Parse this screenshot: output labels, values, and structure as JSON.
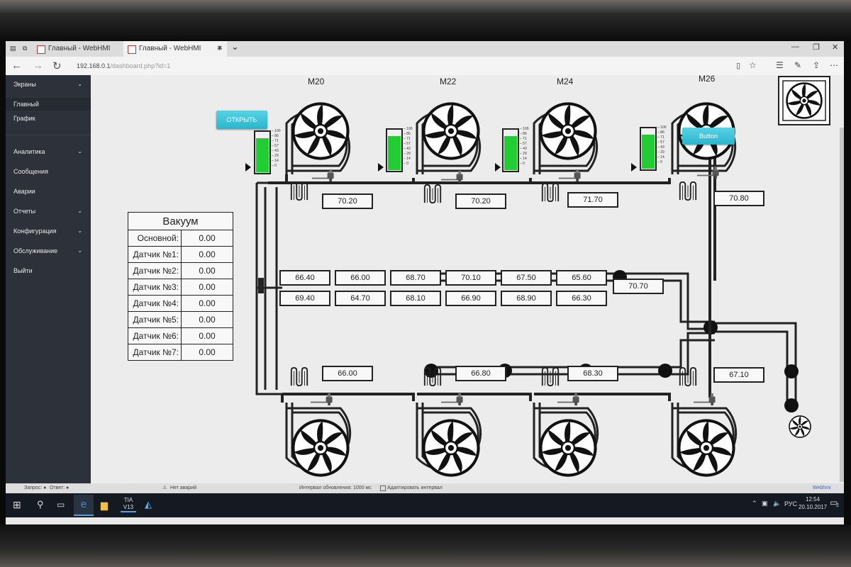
{
  "browser": {
    "tabs": [
      {
        "label": "Главный - WebHMI"
      },
      {
        "label": "Главный - WebHMI"
      }
    ],
    "new_tab": "+",
    "tab_menu": "⌄",
    "url_host": "192.168.0.1",
    "url_path": "/dashboard.php?id=1"
  },
  "sidebar": {
    "section": "Экраны",
    "screens": [
      {
        "label": "Главный"
      },
      {
        "label": "График"
      }
    ],
    "menu": [
      {
        "label": "Аналитика",
        "chevron": true
      },
      {
        "label": "Сообщения",
        "chevron": false
      },
      {
        "label": "Аварии",
        "chevron": false
      },
      {
        "label": "Отчеты",
        "chevron": true
      },
      {
        "label": "Конфигурация",
        "chevron": true
      },
      {
        "label": "Обслуживание",
        "chevron": true
      },
      {
        "label": "Выйти",
        "chevron": false
      }
    ]
  },
  "buttons": {
    "open": "ОТКРЫТЬ",
    "generic": "Button"
  },
  "motors": [
    {
      "label": "M20",
      "level": 0.86
    },
    {
      "label": "M22",
      "level": 0.86
    },
    {
      "label": "M24",
      "level": 0.86
    },
    {
      "label": "M26",
      "level": 0.86
    }
  ],
  "gauge_ticks": [
    "100",
    "86",
    "71",
    "57",
    "43",
    "29",
    "14",
    "0"
  ],
  "top_values": [
    "70.20",
    "70.20",
    "71.70",
    "70.80"
  ],
  "bottom_values": [
    "66.00",
    "66.80",
    "68.30",
    "67.10"
  ],
  "grid_values": {
    "row1": [
      "66.40",
      "66.00",
      "68.70",
      "70.10",
      "67.50",
      "65.60"
    ],
    "row2": [
      "69.40",
      "64.70",
      "68.10",
      "66.90",
      "68.90",
      "66.30"
    ],
    "side": "70.70"
  },
  "vacuum": {
    "title": "Вакуум",
    "rows": [
      {
        "label": "Основной:",
        "value": "0.00"
      },
      {
        "label": "Датчик №1:",
        "value": "0.00"
      },
      {
        "label": "Датчик №2:",
        "value": "0.00"
      },
      {
        "label": "Датчик №3:",
        "value": "0.00"
      },
      {
        "label": "Датчик №4:",
        "value": "0.00"
      },
      {
        "label": "Датчик №5:",
        "value": "0.00"
      },
      {
        "label": "Датчик №6:",
        "value": "0.00"
      },
      {
        "label": "Датчик №7:",
        "value": "0.00"
      }
    ]
  },
  "status": {
    "request": "Запрос: ●",
    "response": "Ответ: ●",
    "alarms": "Нет аварий",
    "interval": "Интервал обновления: 1000 мс",
    "adapt": "Адаптировать интервал",
    "brand": "Webhmi"
  },
  "taskbar": {
    "app_label": "TIA V13",
    "lang": "РУС",
    "time": "12:54",
    "date": "20.10.2017",
    "notif_count": "2"
  },
  "colors": {
    "accent": "#2ab5cc",
    "gauge": "#22cc33",
    "sidebar": "#2d323a",
    "pipe": "#222222"
  }
}
